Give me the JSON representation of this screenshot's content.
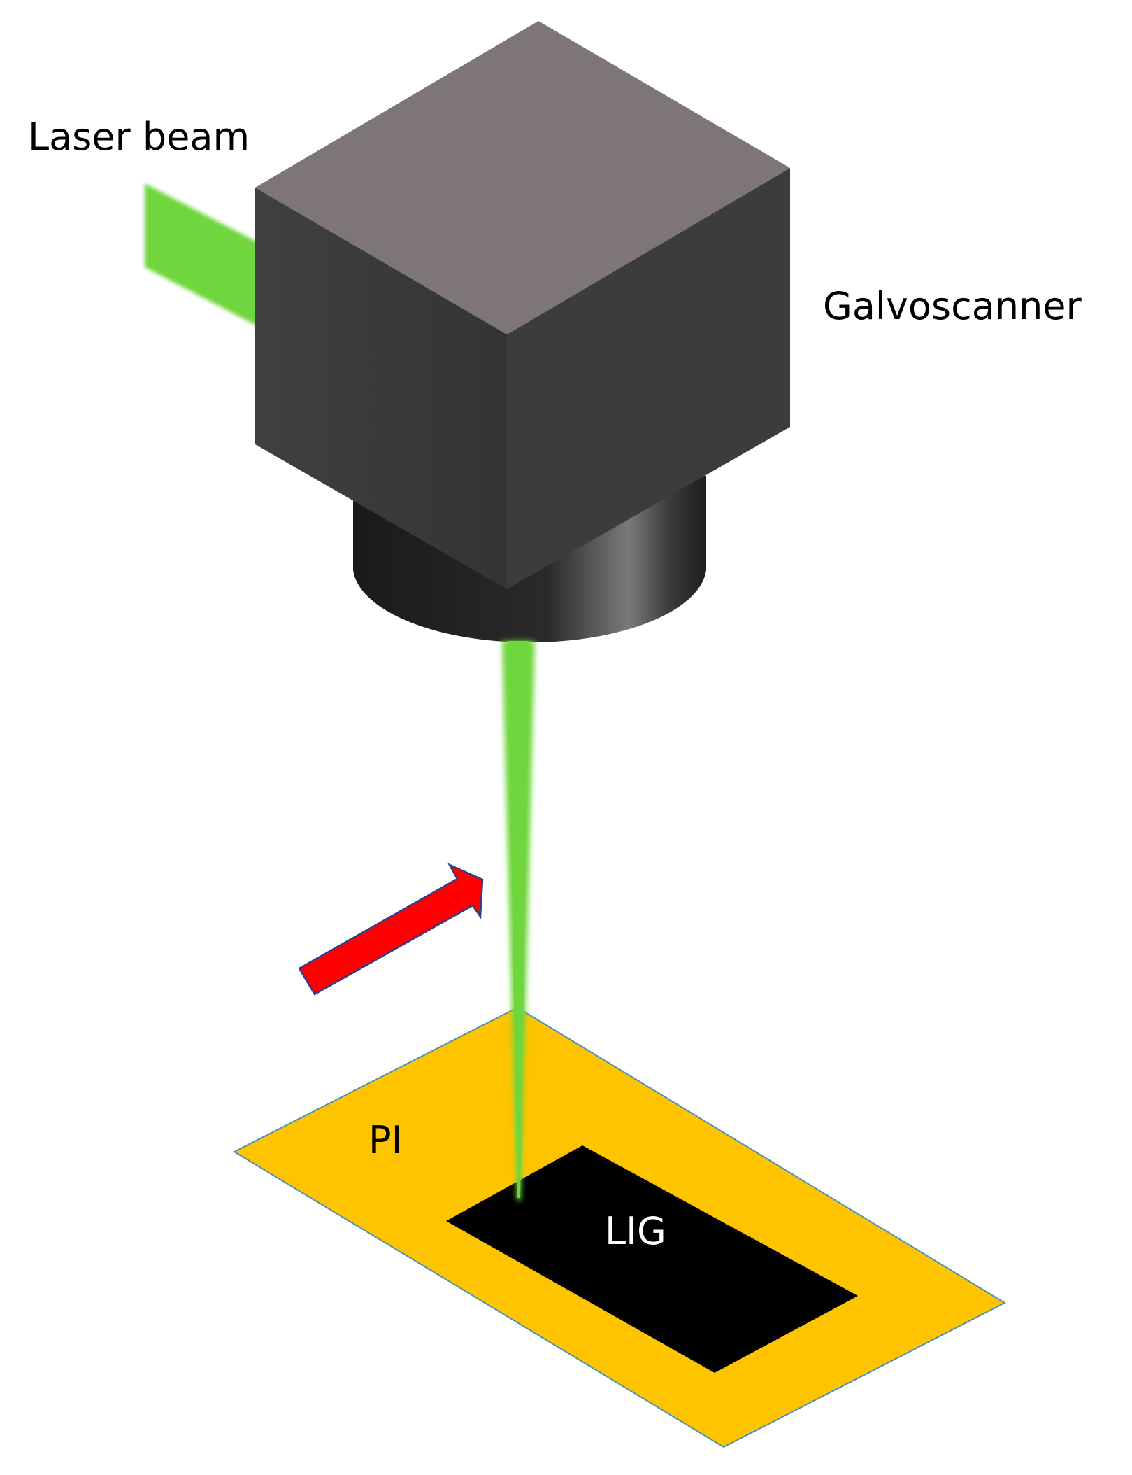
{
  "labels": {
    "laser_beam": "Laser beam",
    "galvoscanner": "Galvoscanner",
    "pi": "PI",
    "lig": "LIG"
  },
  "colors": {
    "laser_green": "#6fd63e",
    "cube_top": "#7e7676",
    "cube_front": "#3a3a3a",
    "cube_side": "#3c3c3c",
    "lens_dark": "#1c1c1c",
    "substrate_pi": "#ffc400",
    "lig_region": "#000000",
    "arrow_red": "#ff0000",
    "label_text": "#000000",
    "lig_text": "#ffffff"
  }
}
